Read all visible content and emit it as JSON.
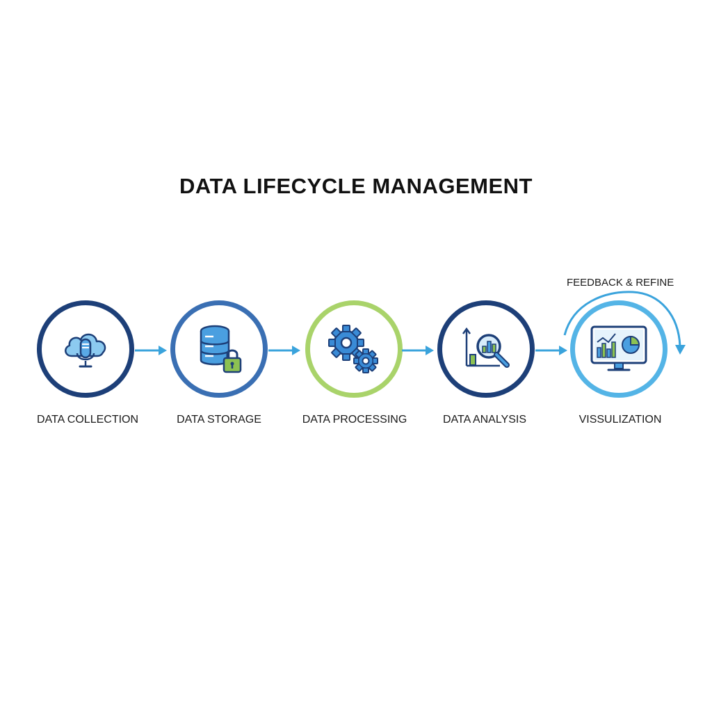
{
  "title": "DATA LIFECYCLE MANAGEMENT",
  "feedback_label": "FEEDBACK & REFINE",
  "stages": [
    {
      "label": "DATA COLLECTION",
      "icon": "cloud-microphone-icon",
      "ring_color": "#1d3f78"
    },
    {
      "label": "DATA STORAGE",
      "icon": "database-lock-icon",
      "ring_color": "#3a6fb3"
    },
    {
      "label": "DATA PROCESSING",
      "icon": "gears-icon",
      "ring_color": "#a9d36a"
    },
    {
      "label": "DATA ANALYSIS",
      "icon": "chart-magnifier-icon",
      "ring_color": "#1d3f78"
    },
    {
      "label": "VISSULIZATION",
      "icon": "monitor-dashboard-icon",
      "ring_color": "#54b4e6"
    }
  ],
  "colors": {
    "arrow": "#3aa3dc",
    "accent_blue": "#4a9fe0",
    "accent_green": "#8cc152",
    "navy": "#1d3f78"
  }
}
